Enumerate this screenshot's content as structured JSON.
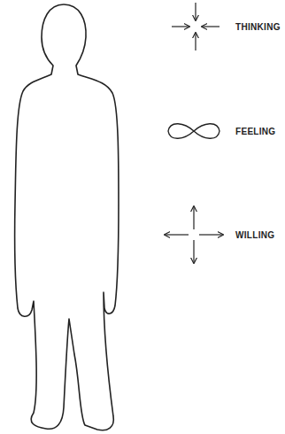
{
  "diagram": {
    "labels": [
      "THINKING",
      "FEELING",
      "WILLING"
    ]
  }
}
